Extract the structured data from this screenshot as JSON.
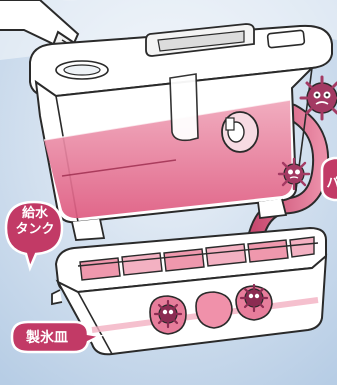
{
  "labels": {
    "water_tank_line1": "給水",
    "water_tank_line2": "タンク",
    "ice_tray": "製氷皿",
    "edge_fragment": "パ"
  },
  "colors": {
    "background": "#c7d9ec",
    "background_light": "#e6eef7",
    "badge": "#c23a66",
    "water": "#e56f8f",
    "water_light": "#f3b1c2",
    "outline": "#2a2a2a",
    "container": "#ffffff",
    "germ": "#8b2c52"
  },
  "icons": [
    "water-bottle-icon",
    "germ-icon"
  ]
}
